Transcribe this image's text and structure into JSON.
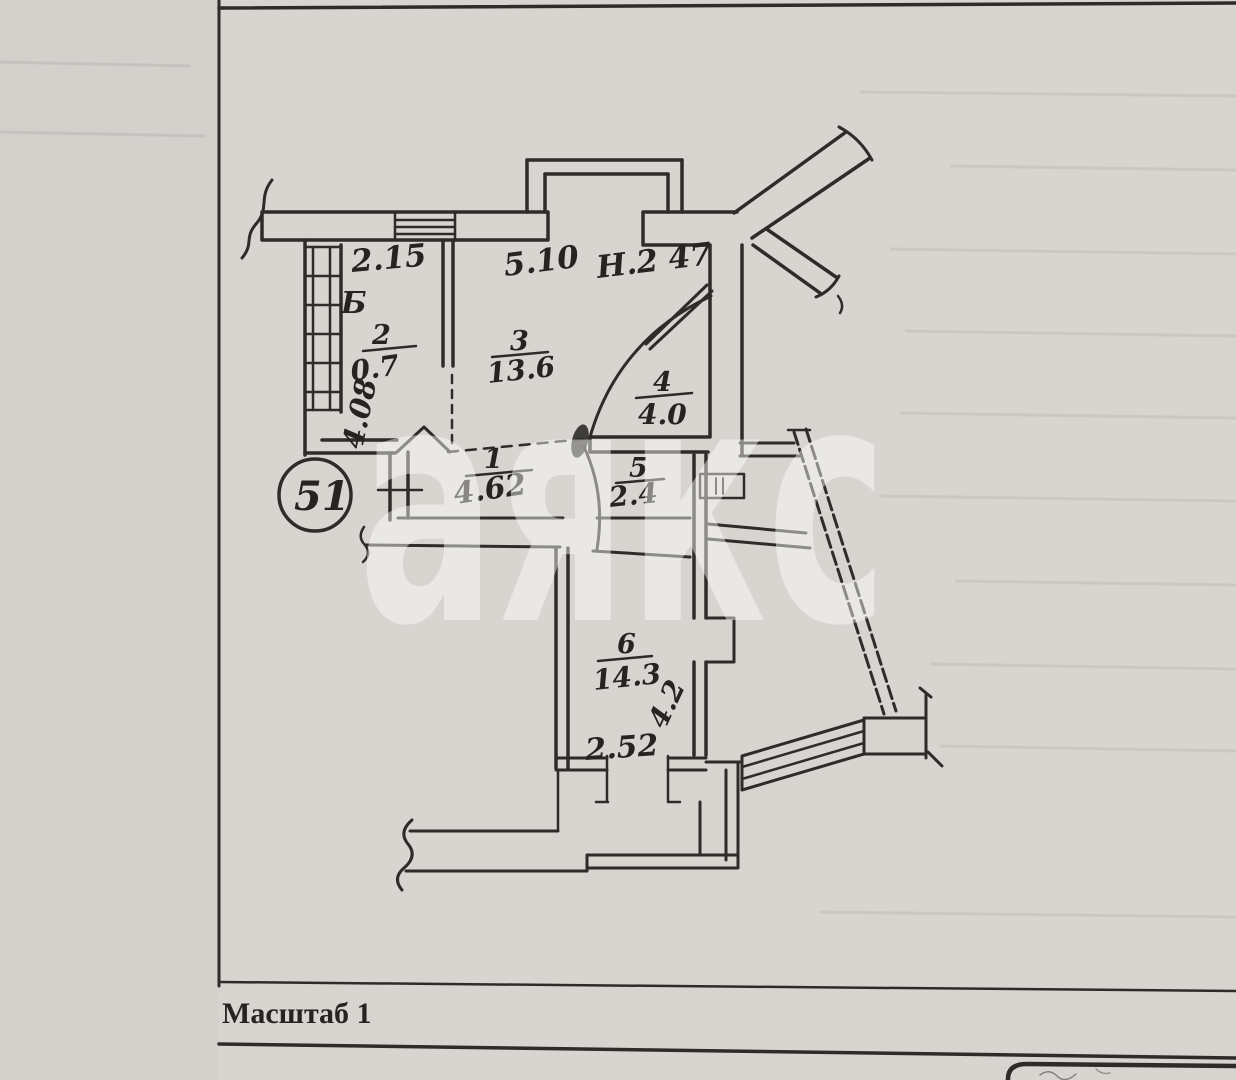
{
  "document": {
    "scale_label": "Масштаб 1",
    "apartment_circle": "51"
  },
  "plan": {
    "balcony_label": "Б",
    "height_note": "Н.2 47",
    "dims": {
      "top_left_width": "2.15",
      "top_width": "5.10",
      "left_height": "4.08",
      "bottom_width": "2.52",
      "diagonal_dim": "4.2"
    },
    "rooms": [
      {
        "number": "1",
        "area": "4.62"
      },
      {
        "number": "2",
        "area": "0.7"
      },
      {
        "number": "3",
        "area": "13.6"
      },
      {
        "number": "4",
        "area": "4.0"
      },
      {
        "number": "5",
        "area": "2.4"
      },
      {
        "number": "6",
        "area": "14.3"
      }
    ]
  },
  "watermark": {
    "text": "аякс"
  }
}
